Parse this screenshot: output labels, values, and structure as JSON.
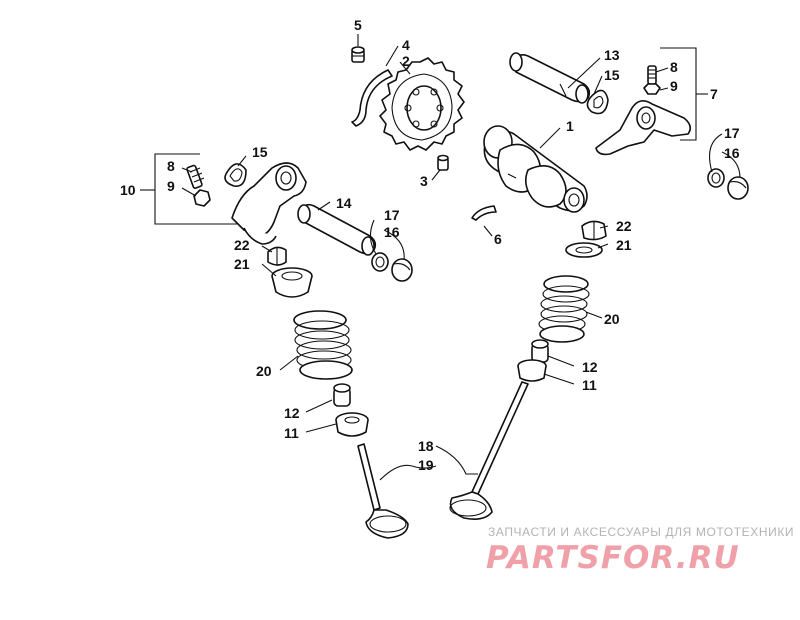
{
  "callouts": {
    "c1": "1",
    "c2": "2",
    "c3": "3",
    "c4": "4",
    "c5": "5",
    "c6": "6",
    "c7": "7",
    "c8a": "8",
    "c9a": "9",
    "c8b": "8",
    "c9b": "9",
    "c10": "10",
    "c11a": "11",
    "c12a": "12",
    "c11b": "11",
    "c12b": "12",
    "c13": "13",
    "c14": "14",
    "c15a": "15",
    "c15b": "15",
    "c16a": "16",
    "c17a": "17",
    "c16b": "16",
    "c17b": "17",
    "c18": "18",
    "c19": "19",
    "c20a": "20",
    "c20b": "20",
    "c21a": "21",
    "c22a": "22",
    "c21b": "21",
    "c22b": "22"
  },
  "watermark": {
    "tagline": "ЗАПЧАСТИ И АКСЕССУАРЫ ДЛЯ МОТОТЕХНИКИ",
    "logo": "PARTSFOR.RU"
  },
  "colors": {
    "line": "#111111",
    "watermark_logo": "#f0a0a8",
    "watermark_text": "#b3b3b3"
  }
}
